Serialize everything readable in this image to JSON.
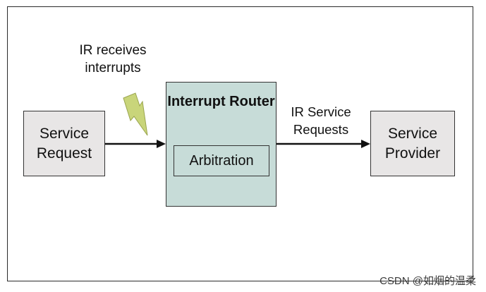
{
  "diagram": {
    "labels": {
      "ir_receives": "IR receives interrupts",
      "ir_service_requests": "IR Service Requests"
    },
    "nodes": {
      "service_request": "Service Request",
      "interrupt_router": "Interrupt Router",
      "arbitration": "Arbitration",
      "service_provider": "Service Provider"
    },
    "watermark": "CSDN @如烟的温柔",
    "colors": {
      "router_fill": "#c7dcd8",
      "endpoint_fill": "#e8e6e6",
      "lightning_fill": "#c9d57a"
    }
  }
}
